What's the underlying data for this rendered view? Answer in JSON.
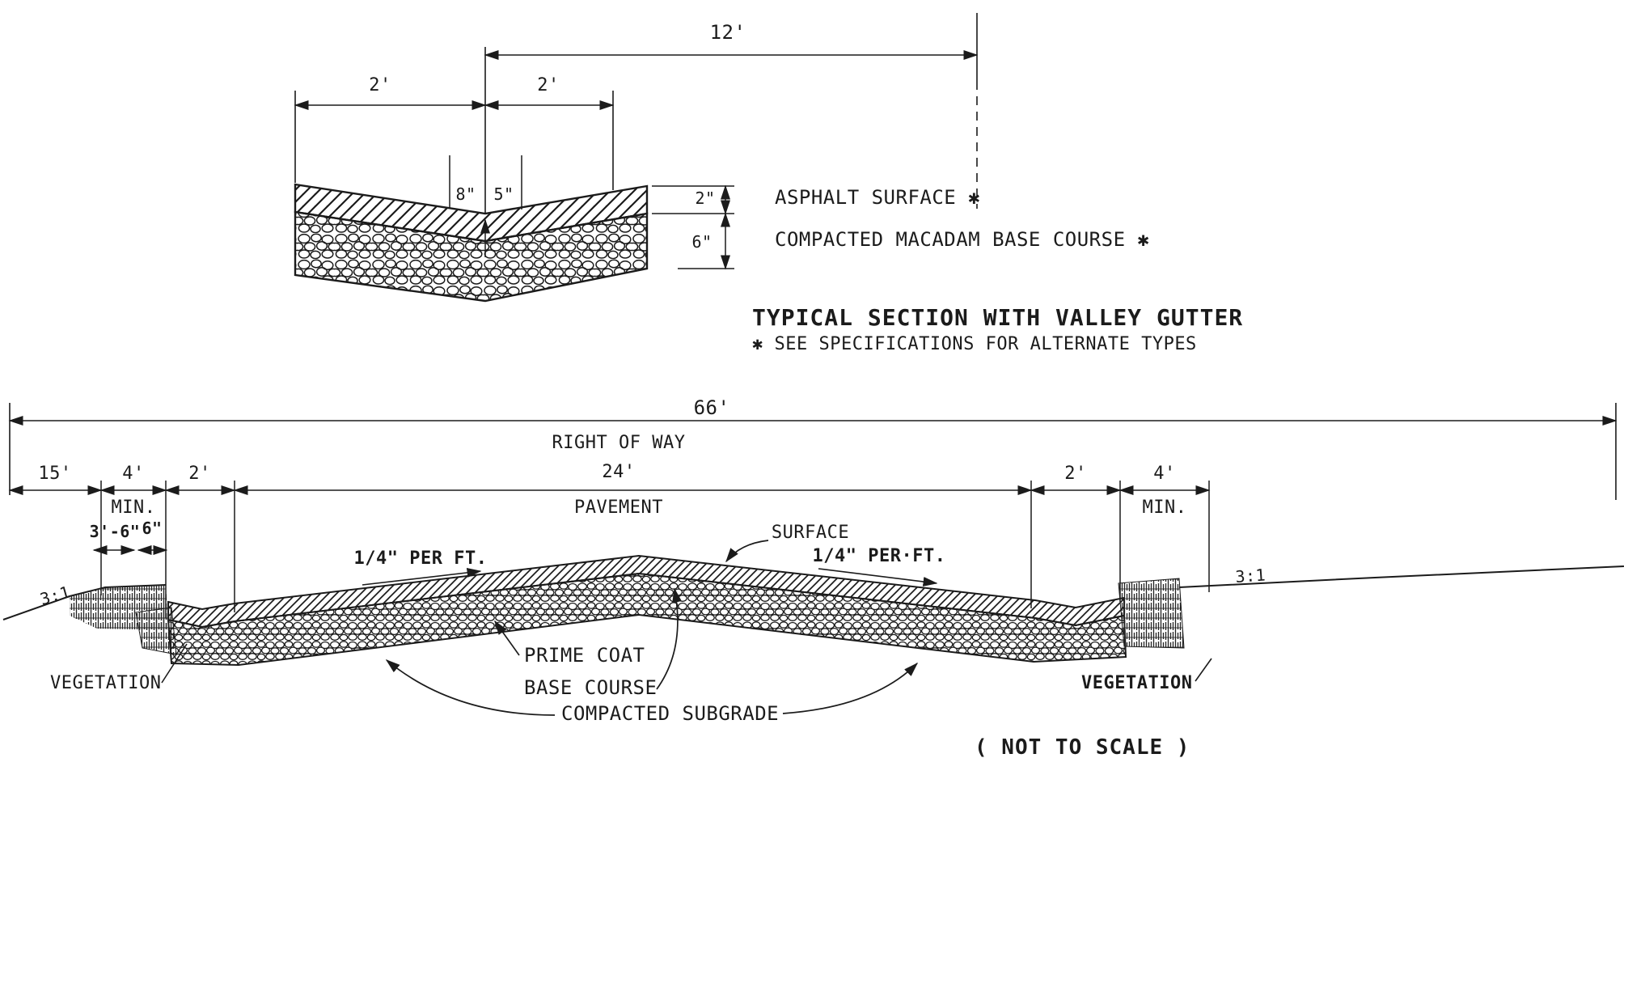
{
  "meta": {
    "background": "#ffffff",
    "ink": "#1b1b1b",
    "drawing_type": "road cross-section engineering detail"
  },
  "top_detail": {
    "dim_12ft": "12'",
    "dim_2ft_left": "2'",
    "dim_2ft_right": "2'",
    "dim_8in": "8\"",
    "dim_5in": "5\"",
    "dim_2in": "2\"",
    "dim_6in": "6\"",
    "asphalt_label": "ASPHALT SURFACE ✱",
    "macadam_label": "COMPACTED MACADAM BASE COURSE ✱",
    "title": "TYPICAL SECTION WITH VALLEY GUTTER",
    "note": "✱ SEE SPECIFICATIONS FOR ALTERNATE TYPES"
  },
  "road_section": {
    "dim_66ft": "66'",
    "right_of_way": "RIGHT OF WAY",
    "dim_15ft": "15'",
    "dim_4ft_left": "4'",
    "min_left": "MIN.",
    "dim_2ft_left": "2'",
    "dim_24ft": "24'",
    "pavement": "PAVEMENT",
    "dim_2ft_right": "2'",
    "dim_4ft_right": "4'",
    "min_right": "MIN.",
    "dim_3ft6in": "3'-6\"",
    "dim_6in": "6\"",
    "slope_left": "3:1",
    "slope_right": "3:1",
    "grade_left": "1/4\" PER FT.",
    "grade_right": "1/4\" PER·FT.",
    "surface_label": "SURFACE",
    "prime_coat_label": "PRIME COAT",
    "base_course_label": "BASE COURSE",
    "subgrade_label": "COMPACTED SUBGRADE",
    "vegetation_left": "VEGETATION",
    "vegetation_right": "VEGETATION",
    "not_to_scale": "( NOT TO SCALE )"
  }
}
